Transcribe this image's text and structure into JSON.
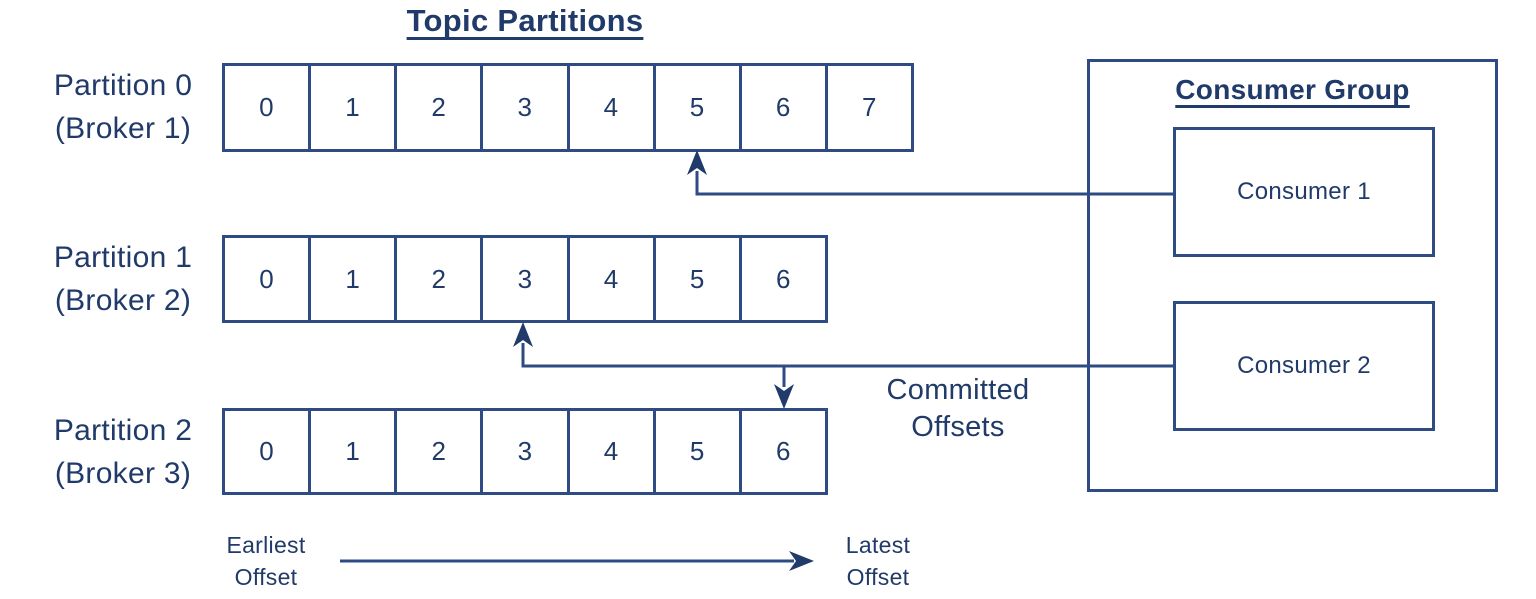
{
  "title": "Topic Partitions",
  "colors": {
    "ink": "#203a69",
    "line": "#2e4b84"
  },
  "partitions": [
    {
      "name": "Partition 0",
      "broker": "(Broker 1)",
      "offsets": [
        "0",
        "1",
        "2",
        "3",
        "4",
        "5",
        "6",
        "7"
      ]
    },
    {
      "name": "Partition 1",
      "broker": "(Broker 2)",
      "offsets": [
        "0",
        "1",
        "2",
        "3",
        "4",
        "5",
        "6"
      ]
    },
    {
      "name": "Partition 2",
      "broker": "(Broker 3)",
      "offsets": [
        "0",
        "1",
        "2",
        "3",
        "4",
        "5",
        "6"
      ]
    }
  ],
  "consumer_group": {
    "title": "Consumer Group",
    "consumers": [
      {
        "label": "Consumer 1"
      },
      {
        "label": "Consumer 2"
      }
    ]
  },
  "annotations": {
    "committed_offsets": "Committed\nOffsets",
    "earliest_offset": "Earliest\nOffset",
    "latest_offset": "Latest\nOffset"
  },
  "connections": [
    {
      "from": "Consumer 1",
      "to": "Partition 0",
      "committed_offset": "5"
    },
    {
      "from": "Consumer 2",
      "to": "Partition 1",
      "committed_offset": "3"
    },
    {
      "from": "Consumer 2",
      "to": "Partition 2",
      "committed_offset": "6"
    }
  ]
}
